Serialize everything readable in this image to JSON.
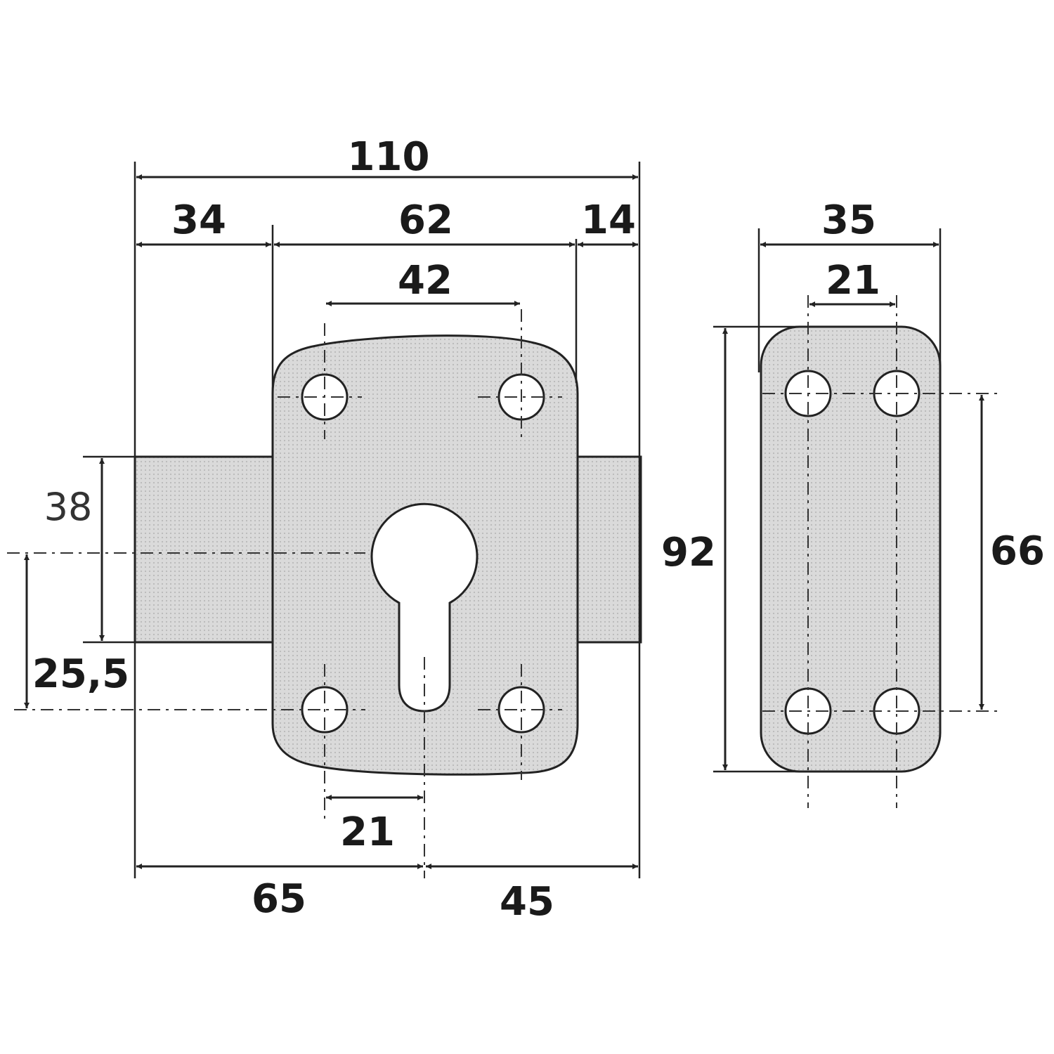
{
  "diagram": {
    "colors": {
      "plate_fill": "#d4d4d4",
      "line": "#222222",
      "background": "#ffffff"
    },
    "lock_dimensions": {
      "overall_width": "110",
      "left_bolt": "34",
      "plate_width": "62",
      "right_bolt": "14",
      "hole_spacing_horizontal": "42",
      "bolt_height": "38",
      "keyhole_to_hole_vertical": "25,5",
      "keyhole_to_hole_horizontal": "21",
      "left_to_keyhole": "65",
      "keyhole_to_right": "45",
      "plate_height": "92"
    },
    "keeper_dimensions": {
      "width": "35",
      "hole_spacing_horizontal": "21",
      "hole_spacing_vertical": "66"
    }
  }
}
